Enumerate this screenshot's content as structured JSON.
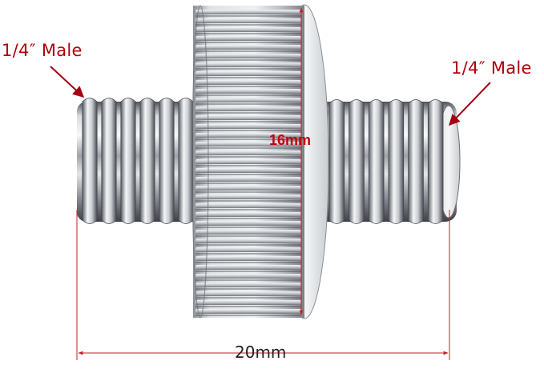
{
  "product": {
    "name_icon": "double-male-thread-adapter-screw"
  },
  "callouts": {
    "left_label": "1/4″ Male",
    "right_label": "1/4″ Male"
  },
  "dimensions": {
    "height_label": "16mm",
    "width_label": "20mm"
  },
  "colors": {
    "callout_text": "#b0000a",
    "dimension_text": "#222222",
    "height_text": "#c4000a",
    "arrow": "#a30010",
    "dimension_line": "#cc1a2a",
    "metal_light": "#f2f3f5",
    "metal_mid": "#a9adb3",
    "metal_dark": "#3f4349"
  }
}
